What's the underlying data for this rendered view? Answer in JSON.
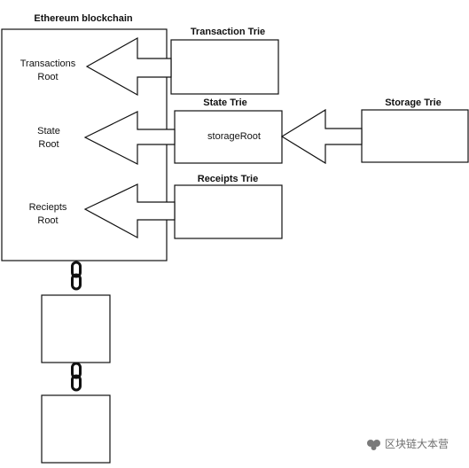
{
  "diagram": {
    "blockchain_title": "Ethereum blockchain",
    "tries": {
      "transaction_title": "Transaction Trie",
      "state_title": "State Trie",
      "receipts_title": "Receipts Trie",
      "storage_title": "Storage Trie"
    },
    "roots": {
      "transactions_line1": "Transactions",
      "transactions_line2": "Root",
      "state_line1": "State",
      "state_line2": "Root",
      "receipts_line1": "Reciepts",
      "receipts_line2": "Root"
    },
    "state_trie_field": "storageRoot"
  },
  "watermark": {
    "text": "区块链大本营"
  },
  "colors": {
    "stroke": "#111111",
    "background": "#ffffff",
    "watermark": "#6f6f6f"
  }
}
